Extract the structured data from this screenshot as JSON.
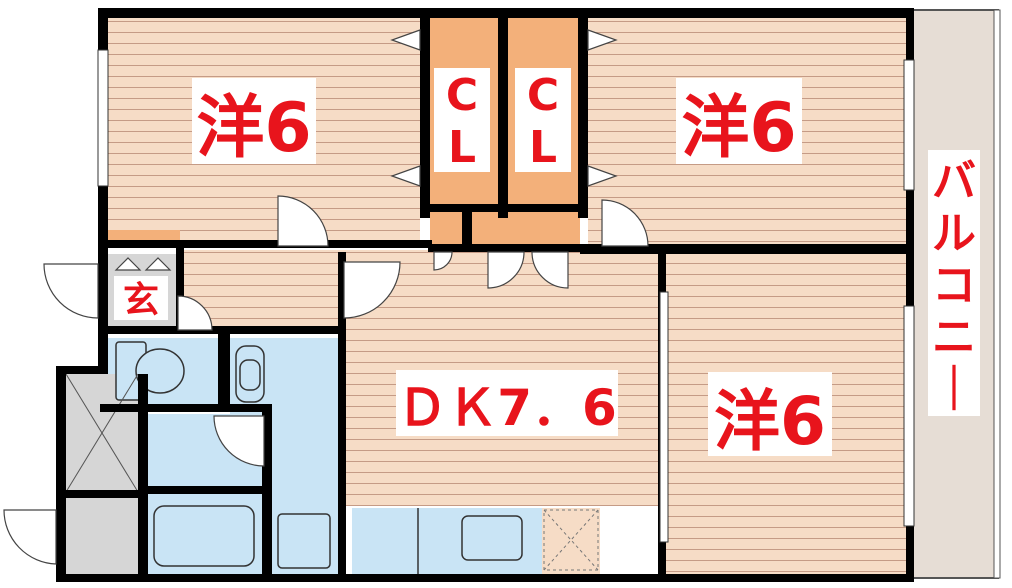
{
  "rooms": {
    "western_top_left": "洋6",
    "closet_left": "C\nL",
    "closet_right": "C\nL",
    "western_top_right": "洋6",
    "entrance": "玄",
    "dining_kitchen": "ＤＫ7．6",
    "western_bottom_right": "洋6",
    "balcony": "バルコニー"
  },
  "colors": {
    "floor_wood": "#f6dcc6",
    "wood_line": "#c59b86",
    "closet": "#f3b07a",
    "wet_area": "#c9e4f5",
    "balcony": "#e6ddd5",
    "entrance_floor": "#d6d6d6",
    "wall": "#000000",
    "label_red": "#e8141c"
  }
}
